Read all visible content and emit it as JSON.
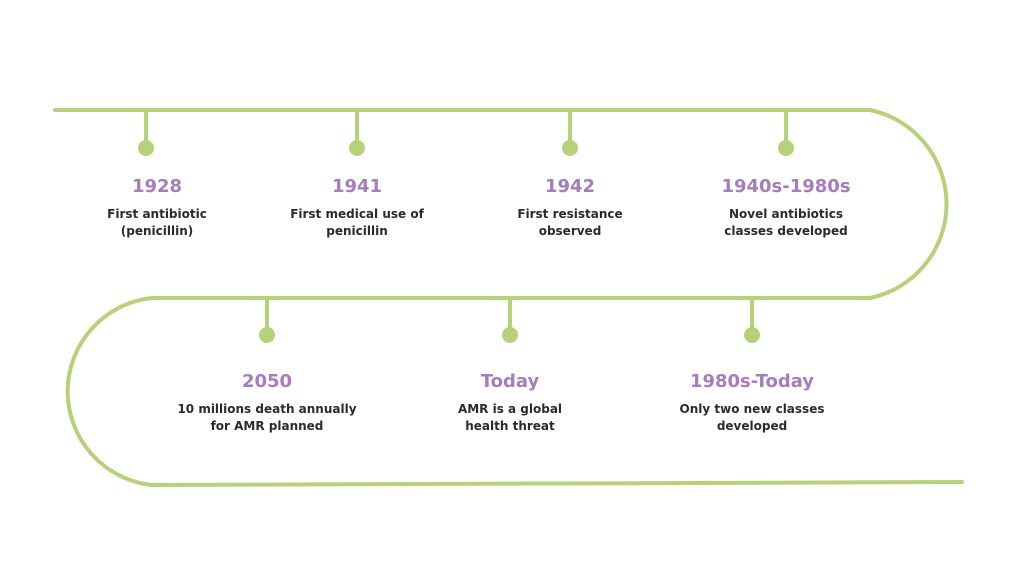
{
  "colors": {
    "line": "#b5d27a",
    "year": "#a77bbd",
    "text": "#2b2b2b"
  },
  "events": [
    {
      "year": "1928",
      "description": "First antibiotic\n(penicillin)"
    },
    {
      "year": "1941",
      "description": "First medical use of\npenicillin"
    },
    {
      "year": "1942",
      "description": "First resistance\nobserved"
    },
    {
      "year": "1940s-1980s",
      "description": "Novel antibiotics\nclasses developed"
    },
    {
      "year": "2050",
      "description": "10 millions death annually\nfor AMR planned"
    },
    {
      "year": "Today",
      "description": "AMR is a global\nhealth threat"
    },
    {
      "year": "1980s-Today",
      "description": "Only two new classes\ndeveloped"
    }
  ]
}
